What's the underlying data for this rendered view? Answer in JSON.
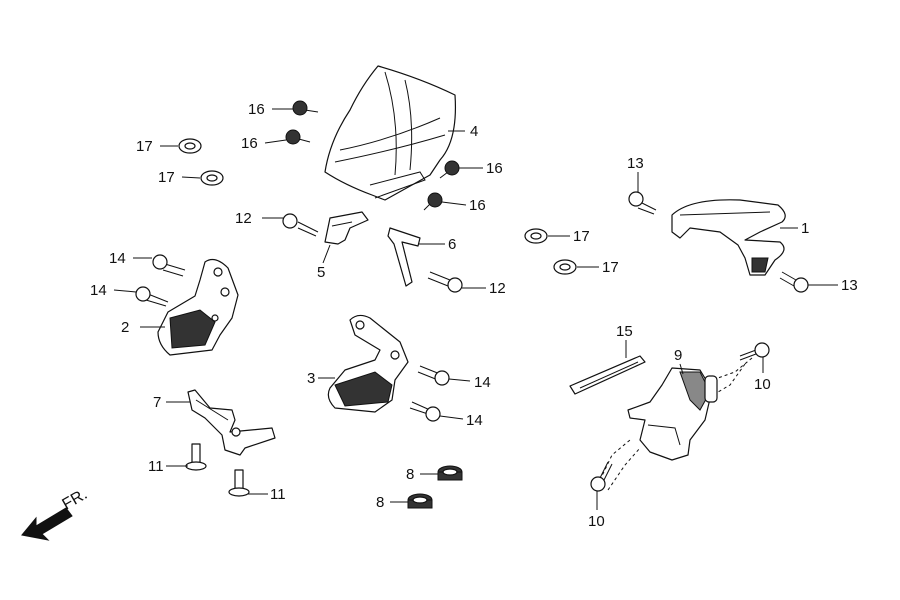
{
  "direction_label": "FR.",
  "parts": {
    "p1": "1",
    "p2": "2",
    "p3": "3",
    "p4": "4",
    "p5": "5",
    "p6": "6",
    "p7": "7",
    "p8": "8",
    "p9": "9",
    "p10": "10",
    "p11": "11",
    "p12": "12",
    "p13": "13",
    "p14": "14",
    "p15": "15",
    "p16": "16",
    "p17": "17"
  }
}
